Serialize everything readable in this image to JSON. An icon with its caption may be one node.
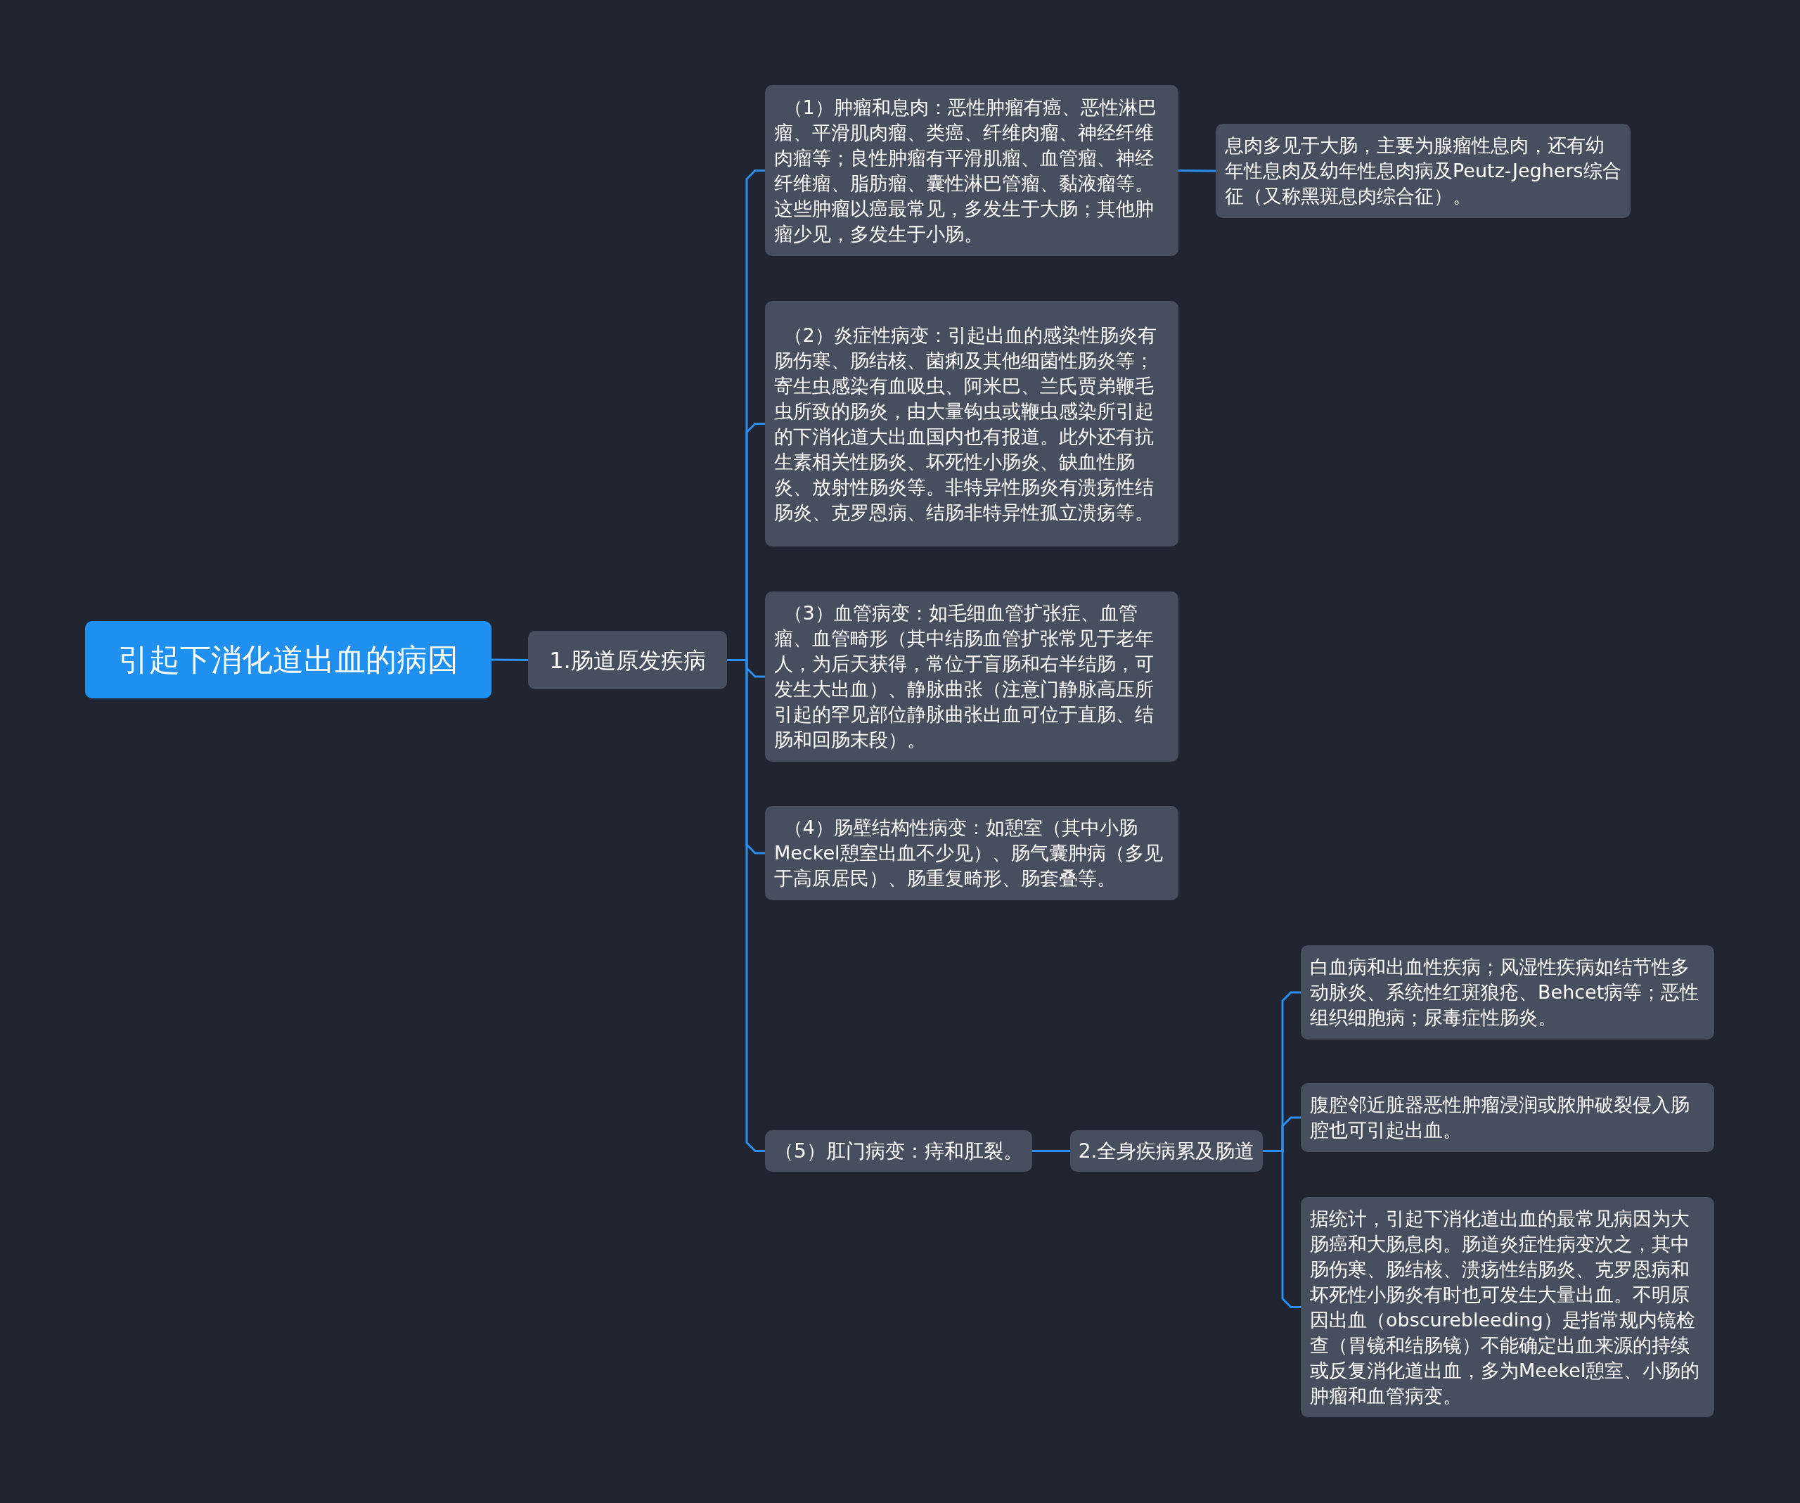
{
  "diagram": {
    "nodes": [
      {
        "text": [
          "引起下消化道出血的病因"
        ]
      },
      {
        "text": [
          "1.肠道原发疾病"
        ]
      },
      {
        "text": [
          "（1）肿瘤和息肉：恶性肿瘤有癌、恶性淋巴瘤、平滑肌肉瘤、类癌、纤维肉瘤、神经纤维肉瘤等；良性肿瘤有平滑肌瘤、血管瘤、神经纤维瘤、脂肪瘤、囊性淋巴管瘤、黏液瘤等。这些肿瘤以癌最常见，多发生于大肠；其他肿瘤少见，多发生于小肠。"
        ]
      },
      {
        "text": [
          "（2）炎症性病变：引起出血的感染性肠炎有肠伤寒、肠结核、菌痢及其他细菌性肠炎等；寄生虫感染有血吸虫、阿米巴、兰氏贾弟鞭毛虫所致的肠炎，由大量钩虫或鞭虫感染所引起的下消化道大出血国内也有报道。此外还有抗生素相关性肠炎、坏死性小肠炎、缺血性肠炎、放射性肠炎等。非特异性肠炎有溃疡性结肠炎、克罗恩病、结肠非特异性孤立溃疡等。"
        ]
      },
      {
        "text": [
          "（3）血管病变：如毛细血管扩张症、血管瘤、血管畸形（其中结肠血管扩张常见于老年人，为后天获得，常位于盲肠和右半结肠，可发生大出血）、静脉曲张（注意门静脉高压所引起的罕见部位静脉曲张出血可位于直肠、结肠和回肠末段）。"
        ]
      },
      {
        "text": [
          "（4）肠壁结构性病变：如憩室（其中小肠Meckel憩室出血不少见）、肠气囊肿病（多见于高原居民）、肠重复畸形、肠套叠等。"
        ]
      },
      {
        "text": [
          "（5）肛门病变：痔和肛裂。"
        ]
      },
      {
        "text": [
          "息肉多见于大肠，主要为腺瘤性息肉，还有幼年性息肉及幼年性息肉病及Peutz-Jeghers综合征（又称黑斑息肉综合征）。"
        ]
      },
      {
        "text": [
          "2.全身疾病累及肠道"
        ]
      },
      {
        "text": [
          "白血病和出血性疾病；风湿性疾病如结节性多动脉炎、系统性红斑狼疮、Behcet病等；恶性组织细胞病；尿毒症性肠炎。"
        ]
      },
      {
        "text": [
          "腹腔邻近脏器恶性肿瘤浸润或脓肿破裂侵入肠腔也可引起出血。"
        ]
      },
      {
        "text": [
          "据统计，引起下消化道出血的最常见病因为大肠癌和大肠息肉。肠道炎症性病变次之，其中肠伤寒、肠结核、溃疡性结肠炎、克罗恩病和坏死性小肠炎有时也可发生大量出血。不明原因出血（obscurebleeding）是指常规内镜检查（胃镜和结肠镜）不能确定出血来源的持续或反复消化道出血，多为Meekel憩室、小肠的肿瘤和血管病变。"
        ]
      }
    ],
    "edges": [
      {
        "from": 0,
        "to": 1,
        "arrow": "none"
      },
      {
        "from": 1,
        "to": 2,
        "arrow": "none"
      },
      {
        "from": 1,
        "to": 3,
        "arrow": "none"
      },
      {
        "from": 1,
        "to": 4,
        "arrow": "none"
      },
      {
        "from": 1,
        "to": 5,
        "arrow": "none"
      },
      {
        "from": 1,
        "to": 6,
        "arrow": "none"
      },
      {
        "from": 2,
        "to": 7,
        "arrow": "none"
      },
      {
        "from": 6,
        "to": 8,
        "arrow": "none"
      },
      {
        "from": 8,
        "to": 9,
        "arrow": "none"
      },
      {
        "from": 8,
        "to": 10,
        "arrow": "none"
      },
      {
        "from": 8,
        "to": 11,
        "arrow": "none"
      }
    ]
  }
}
